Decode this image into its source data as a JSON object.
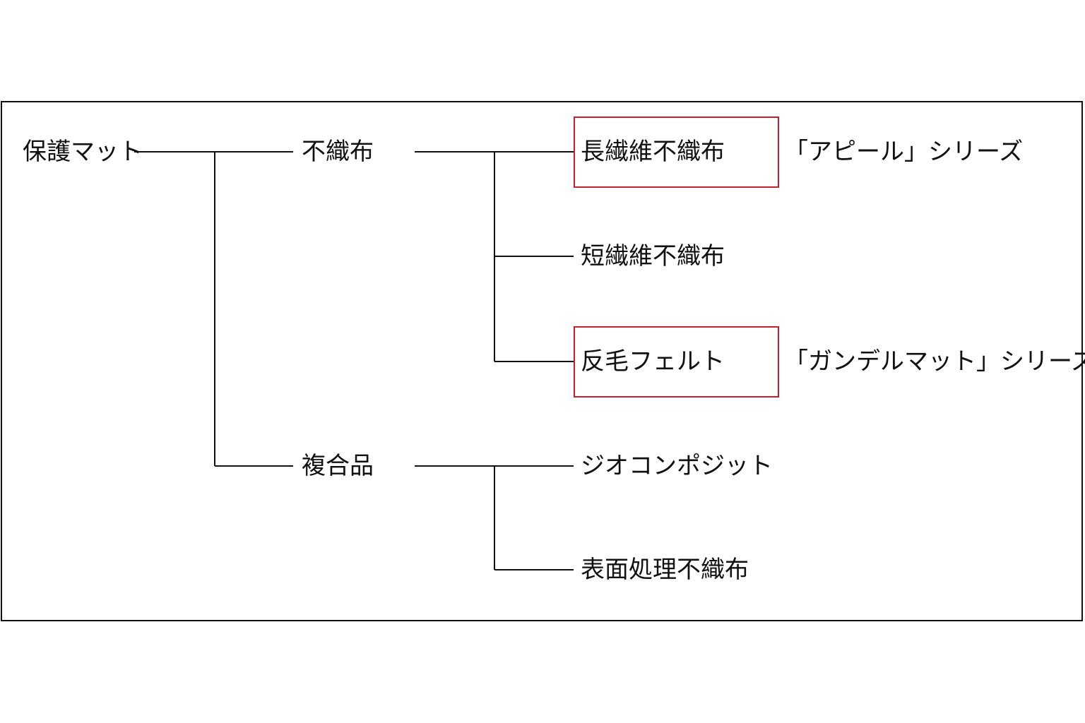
{
  "diagram": {
    "root": {
      "label": "保護マット"
    },
    "branches": [
      {
        "label": "不織布",
        "children": [
          {
            "label": "長繊維不織布",
            "highlighted": true,
            "series": "「アピール」シリーズ"
          },
          {
            "label": "短繊維不織布",
            "highlighted": false
          },
          {
            "label": "反毛フェルト",
            "highlighted": true,
            "series": "「ガンデルマット」シリーズ"
          }
        ]
      },
      {
        "label": "複合品",
        "children": [
          {
            "label": "ジオコンポジット",
            "highlighted": false
          },
          {
            "label": "表面処理不織布",
            "highlighted": false
          }
        ]
      }
    ],
    "colors": {
      "lines": "#111111",
      "highlight_border": "#c8202a"
    }
  }
}
